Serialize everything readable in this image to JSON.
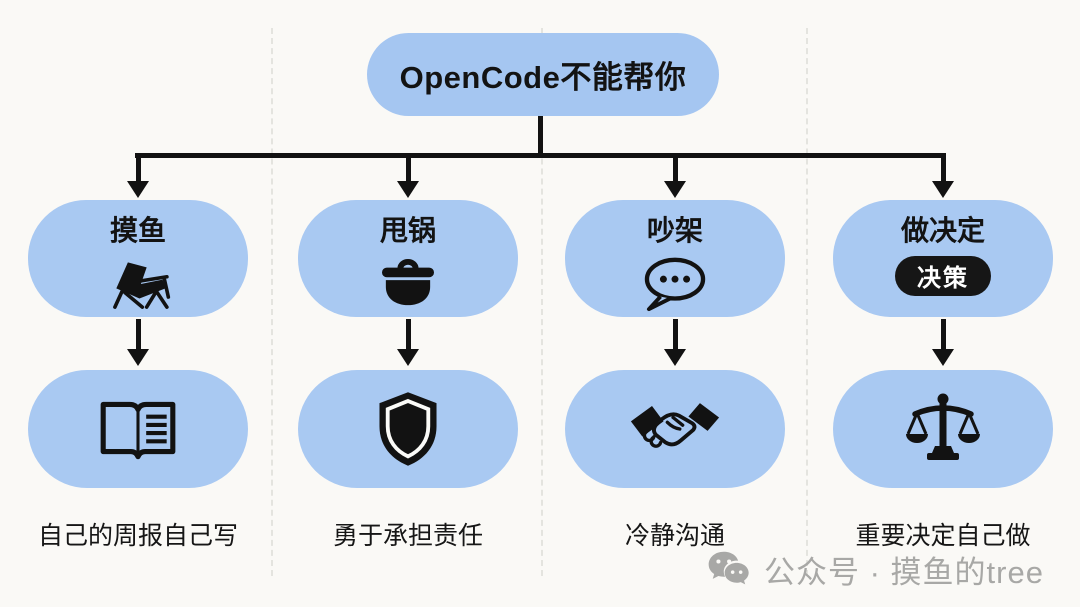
{
  "canvas": {
    "background": "#faf9f6",
    "bubble_color": "#a9c9f2",
    "title_bubble_color": "#a5c6f1",
    "line_color": "#121212",
    "badge_color": "#161616",
    "watermark_color": "#a8a8a6"
  },
  "title": {
    "label": "OpenCode不能帮你"
  },
  "columns": [
    {
      "branch_label": "摸鱼",
      "branch_icon": "lounge-chair-icon",
      "result_icon": "open-book-icon",
      "caption": "自己的周报自己写"
    },
    {
      "branch_label": "甩锅",
      "branch_icon": "cooking-pot-icon",
      "result_icon": "shield-icon",
      "caption": "勇于承担责任"
    },
    {
      "branch_label": "吵架",
      "branch_icon": "chat-bubble-icon",
      "result_icon": "handshake-icon",
      "caption": "冷静沟通"
    },
    {
      "branch_label": "做决定",
      "branch_badge": "决策",
      "result_icon": "scales-icon",
      "caption": "重要决定自己做"
    }
  ],
  "watermark": {
    "icon": "wechat-icon",
    "label": "公众号 · 摸鱼的tree"
  }
}
